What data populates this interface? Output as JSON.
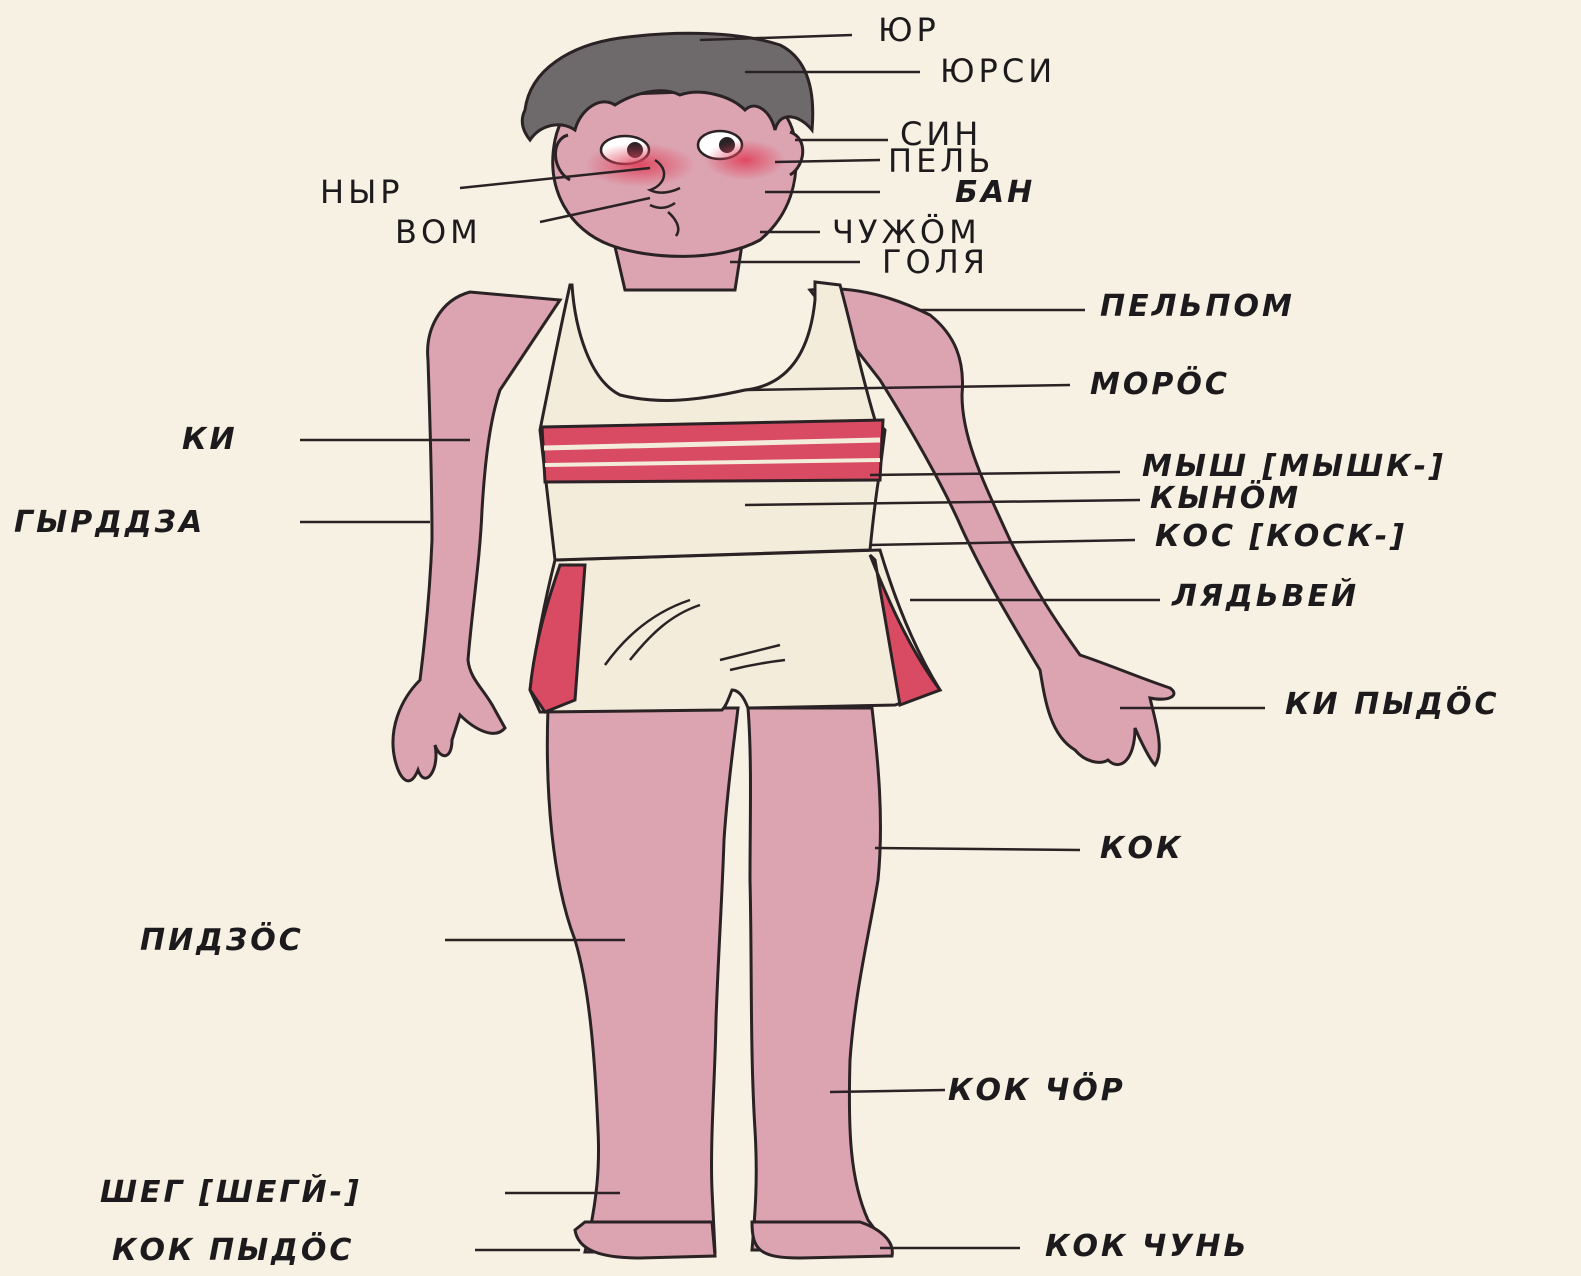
{
  "colors": {
    "background": "#f6f1e2",
    "skin": "#dca3b0",
    "skin_shade": "#c98394",
    "hair": "#6e6a6c",
    "stripe": "#d94a63",
    "ink": "#1c1a1c"
  },
  "labels": {
    "yur": "ЮР",
    "yursi": "ЮРСИ",
    "sin": "СИН",
    "pel": "ПЕЛЬ",
    "nyr": "НЫР",
    "ban": "БАН",
    "vom": "ВОМ",
    "chuzhom": "ЧУЖӦМ",
    "golya": "ГОЛЯ",
    "pelpom": "ПЕЛЬПОМ",
    "moros": "МОРӦС",
    "ki": "КИ",
    "mysh": "МЫШ [МЫШК-]",
    "kynom": "КЫНӦМ",
    "gyrddza": "ГЫРДДЗА",
    "kos": "КОС [КОСК-]",
    "lyadvey": "ЛЯДЬВЕЙ",
    "ki_pydos": "КИ ПЫДӦС",
    "kok": "КОК",
    "pidzos": "ПИДЗӦС",
    "kok_chor": "КОК ЧӦР",
    "sheg": "ШЕГ [ШЕГЙ-]",
    "kok_pydos": "КОК ПЫДӦС",
    "kok_chun": "КОК ЧУНЬ"
  }
}
